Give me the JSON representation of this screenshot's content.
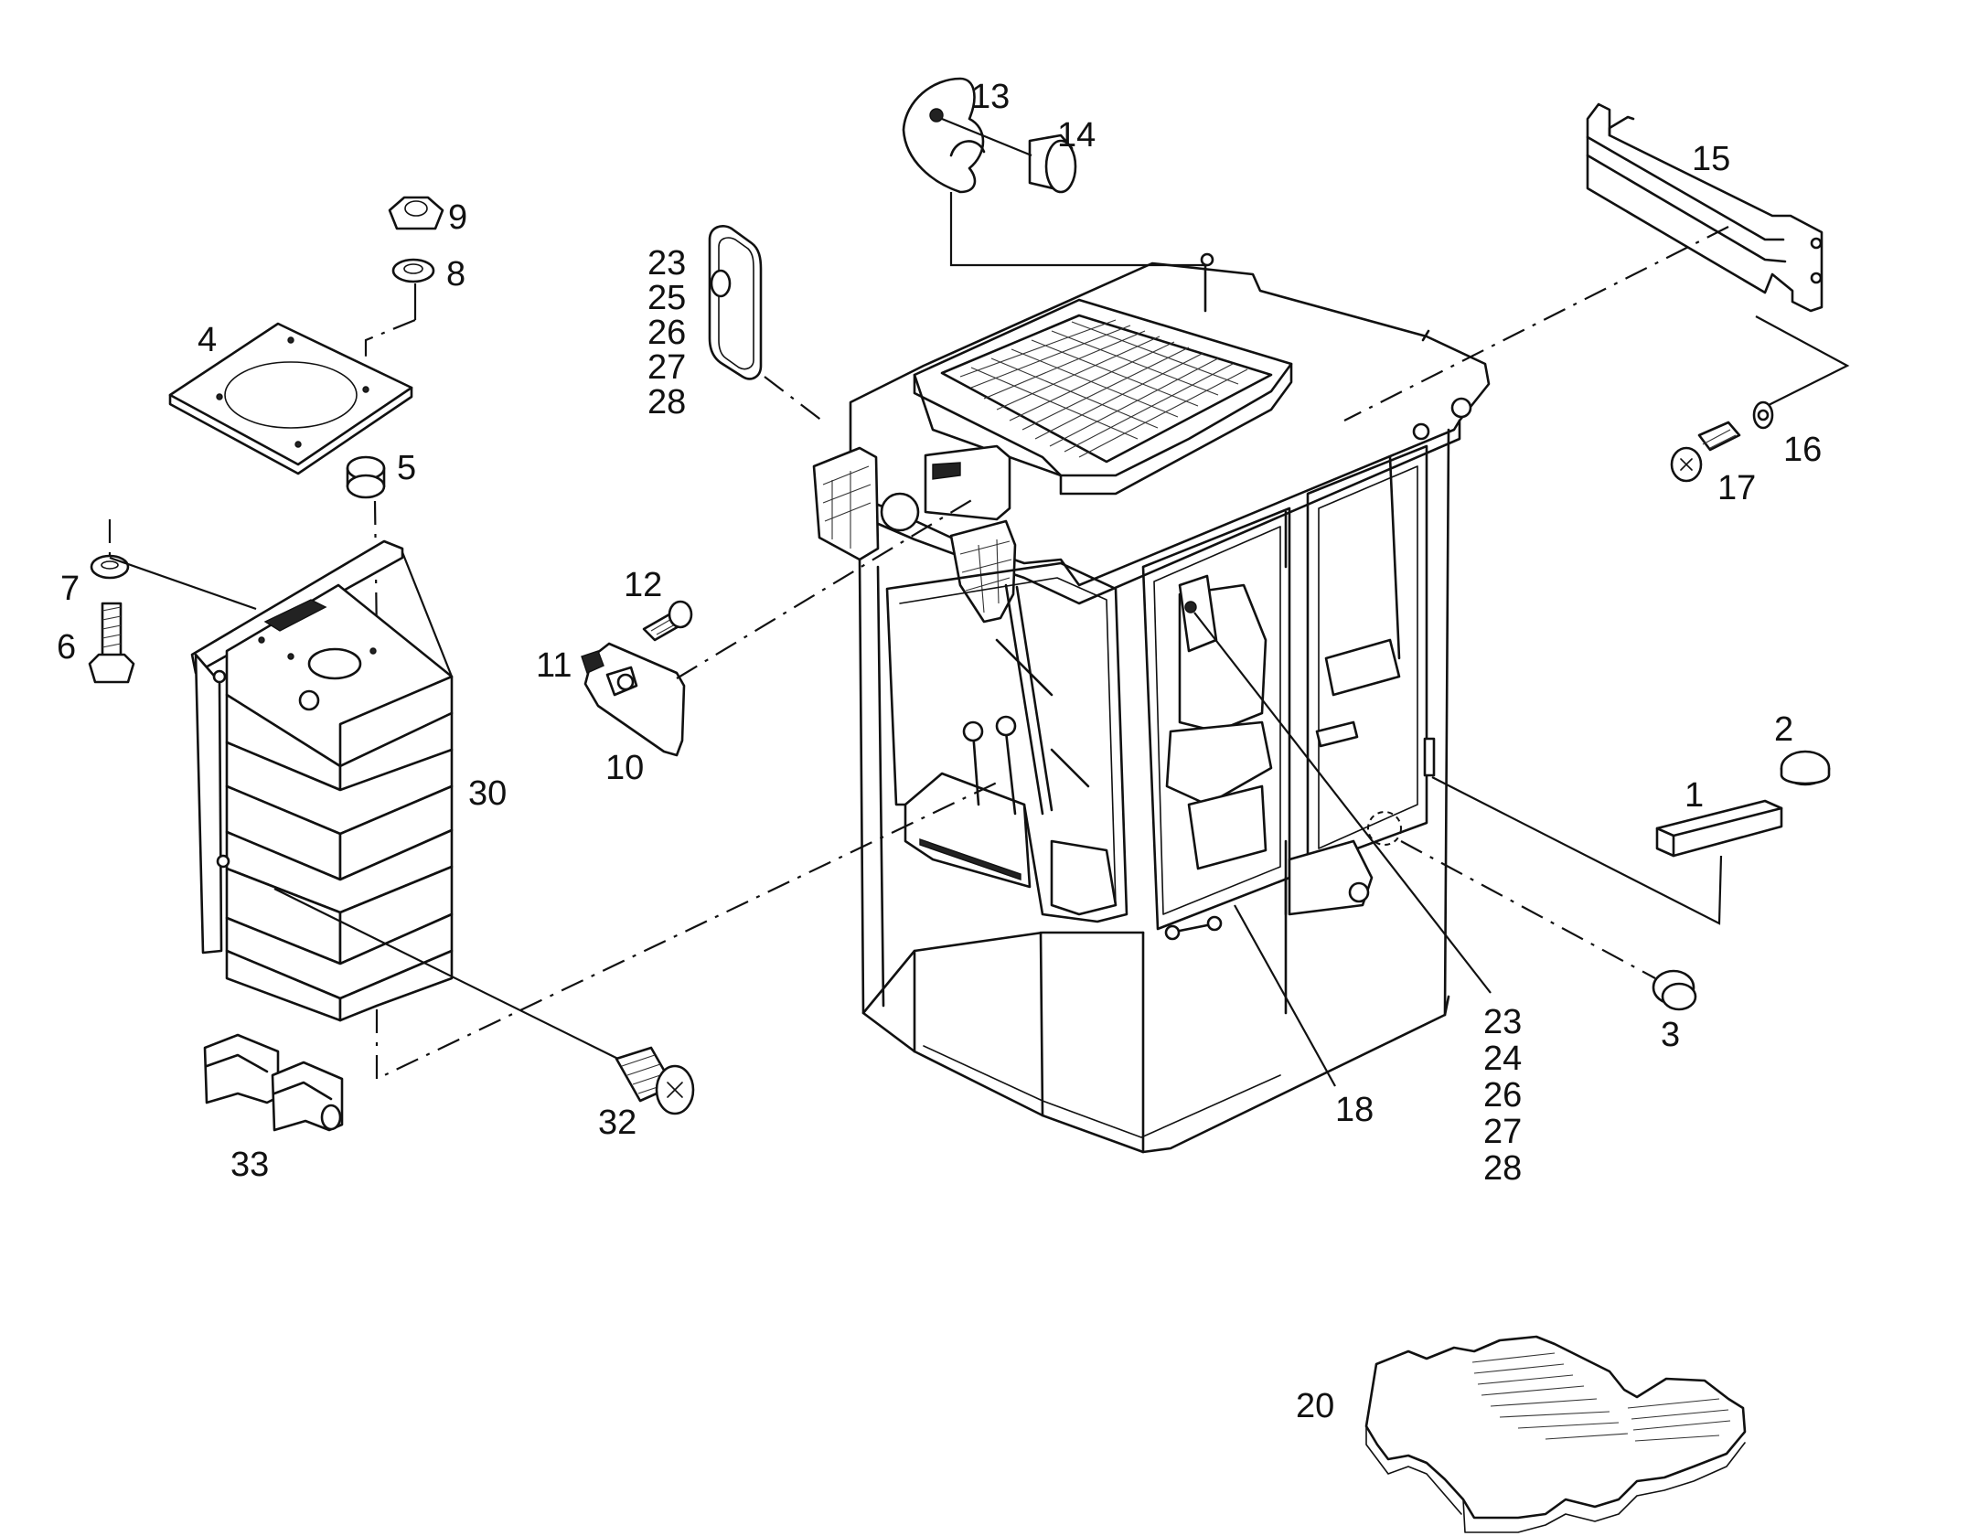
{
  "figure": {
    "callouts": [
      {
        "id": "c1",
        "text": "1"
      },
      {
        "id": "c2",
        "text": "2"
      },
      {
        "id": "c3",
        "text": "3"
      },
      {
        "id": "c4",
        "text": "4"
      },
      {
        "id": "c5",
        "text": "5"
      },
      {
        "id": "c6",
        "text": "6"
      },
      {
        "id": "c7",
        "text": "7"
      },
      {
        "id": "c8",
        "text": "8"
      },
      {
        "id": "c9",
        "text": "9"
      },
      {
        "id": "c10",
        "text": "10"
      },
      {
        "id": "c11",
        "text": "11"
      },
      {
        "id": "c12",
        "text": "12"
      },
      {
        "id": "c13",
        "text": "13"
      },
      {
        "id": "c14",
        "text": "14"
      },
      {
        "id": "c15",
        "text": "15"
      },
      {
        "id": "c16",
        "text": "16"
      },
      {
        "id": "c17",
        "text": "17"
      },
      {
        "id": "c18",
        "text": "18"
      },
      {
        "id": "c20",
        "text": "20"
      },
      {
        "id": "c30",
        "text": "30"
      },
      {
        "id": "c32",
        "text": "32"
      },
      {
        "id": "c33",
        "text": "33"
      }
    ],
    "callout_stacks": [
      {
        "id": "mirror-left",
        "items": [
          "23",
          "25",
          "26",
          "27",
          "28"
        ]
      },
      {
        "id": "mirror-right",
        "items": [
          "23",
          "24",
          "26",
          "27",
          "28"
        ]
      }
    ]
  }
}
